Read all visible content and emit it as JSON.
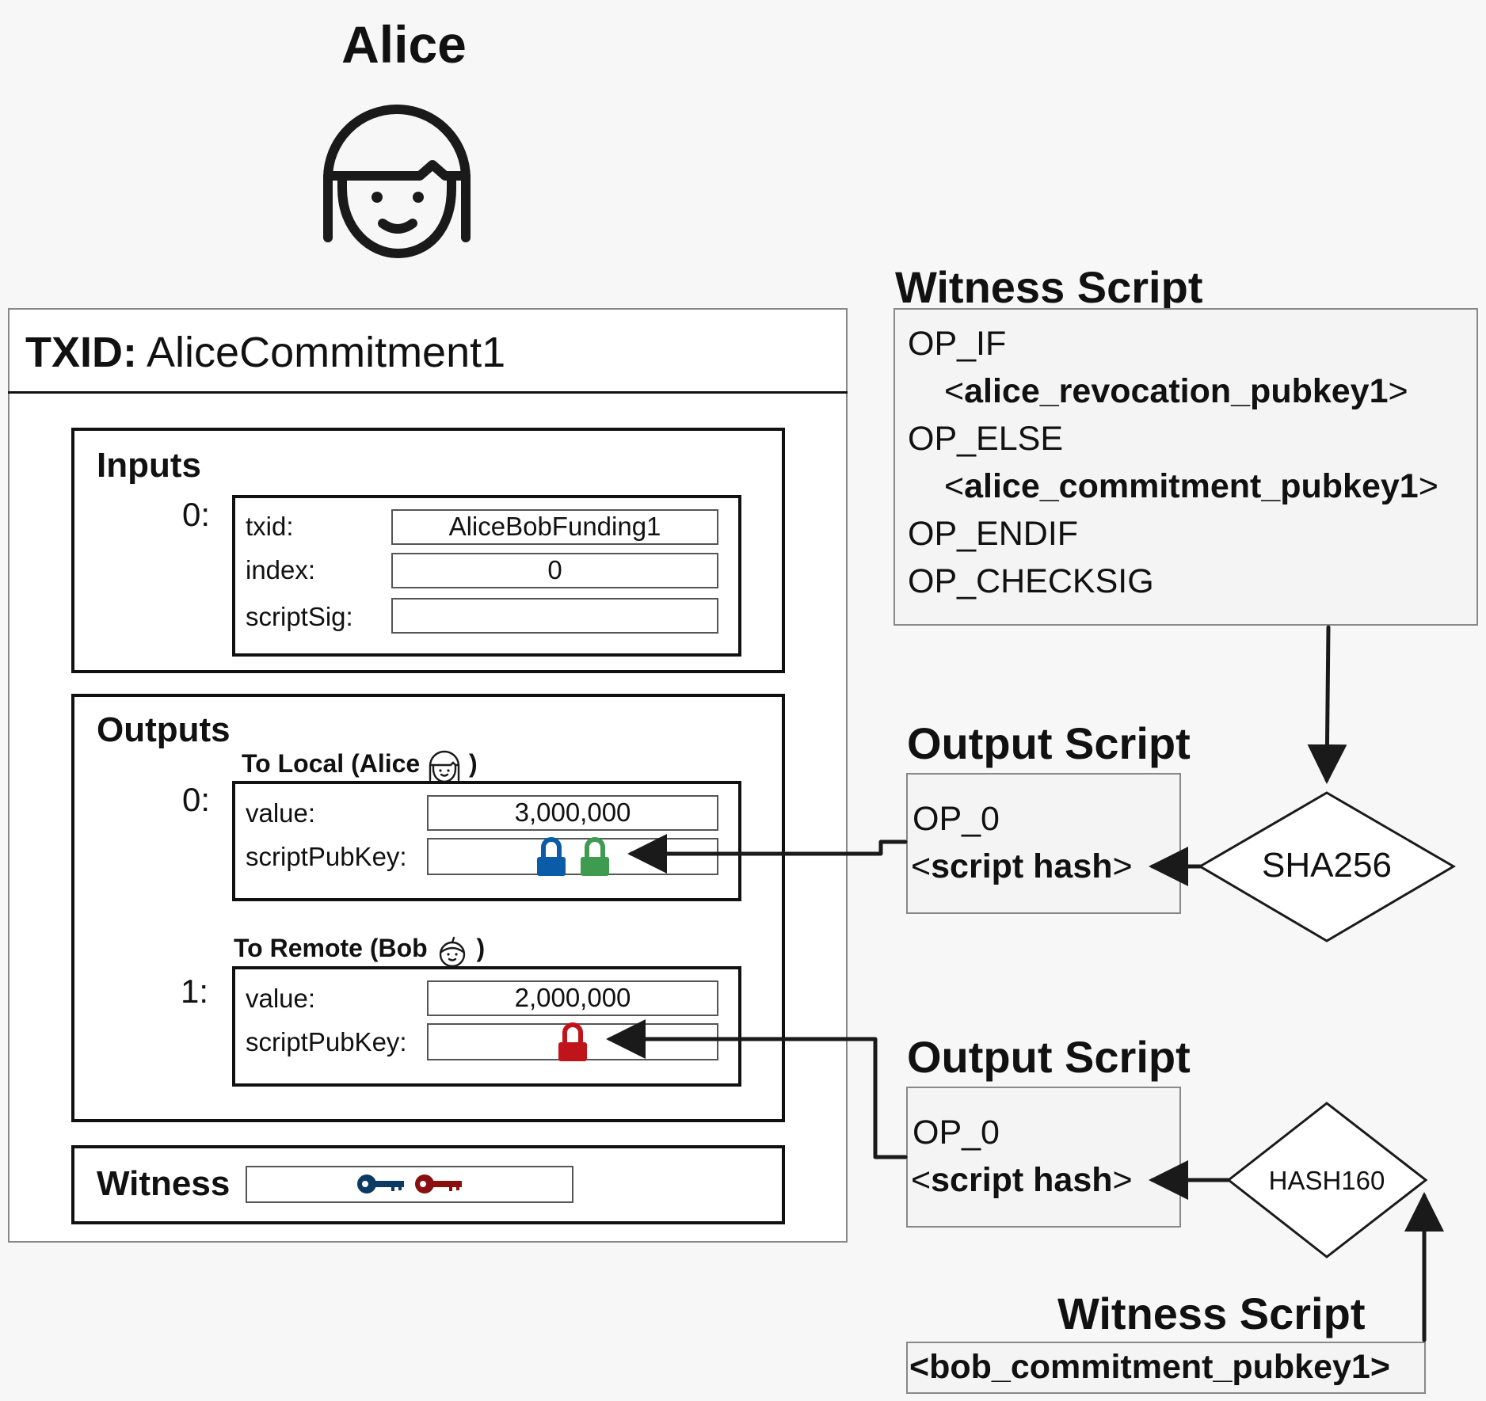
{
  "title": "Alice",
  "transaction": {
    "txid_label": "TXID:",
    "txid_value": "AliceCommitment1",
    "inputs": {
      "title": "Inputs",
      "index": "0:",
      "fields": [
        {
          "label": "txid:",
          "value": "AliceBobFunding1"
        },
        {
          "label": "index:",
          "value": "0"
        },
        {
          "label": "scriptSig:",
          "value": ""
        }
      ]
    },
    "outputs": {
      "title": "Outputs",
      "items": [
        {
          "title_prefix": "To Local (Alice",
          "title_suffix": ")",
          "index": "0:",
          "value_label": "value:",
          "value": "3,000,000",
          "spk_label": "scriptPubKey:",
          "locks": [
            "blue",
            "green"
          ]
        },
        {
          "title_prefix": "To Remote (Bob",
          "title_suffix": ")",
          "index": "1:",
          "value_label": "value:",
          "value": "2,000,000",
          "spk_label": "scriptPubKey:",
          "locks": [
            "red"
          ]
        }
      ]
    },
    "witness": {
      "title": "Witness",
      "keys": [
        "navy",
        "darkred"
      ]
    }
  },
  "witness_script_top": {
    "title": "Witness Script",
    "lines": [
      {
        "plain_pre": "OP_IF",
        "bold": "",
        "plain_post": ""
      },
      {
        "plain_pre": "<",
        "bold": "alice_revocation_pubkey1",
        "plain_post": ">"
      },
      {
        "plain_pre": "OP_ELSE",
        "bold": "",
        "plain_post": ""
      },
      {
        "plain_pre": "<",
        "bold": "alice_commitment_pubkey1",
        "plain_post": ">"
      },
      {
        "plain_pre": "OP_ENDIF",
        "bold": "",
        "plain_post": ""
      },
      {
        "plain_pre": "OP_CHECKSIG",
        "bold": "",
        "plain_post": ""
      }
    ]
  },
  "output_script_1": {
    "title": "Output Script",
    "line1": "OP_0",
    "line2_pre": "<",
    "line2_bold": "script hash",
    "line2_post": ">"
  },
  "output_script_2": {
    "title": "Output Script",
    "line1": "OP_0",
    "line2_pre": "<",
    "line2_bold": "script hash",
    "line2_post": ">"
  },
  "hash_1": "SHA256",
  "hash_2": "HASH160",
  "witness_script_bottom": {
    "title": "Witness Script",
    "value": "<bob_commitment_pubkey1>"
  },
  "colors": {
    "blue_lock": "#0a5ca8",
    "green_lock": "#3f9b4f",
    "red_lock": "#c0141a",
    "navy_key": "#0d3a63",
    "red_key": "#8a1010"
  }
}
